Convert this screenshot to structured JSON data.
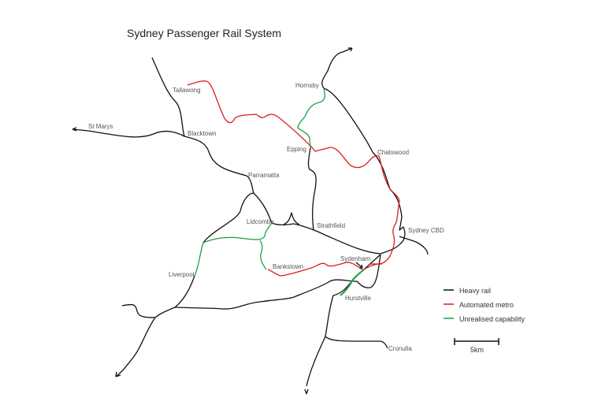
{
  "title": "Sydney Passenger Rail System",
  "stations": {
    "tallawong": "Tallawong",
    "hornsby": "Hornsby",
    "st_marys": "St Marys",
    "blacktown": "Blacktown",
    "epping": "Epping",
    "chatswood": "Chatswood",
    "parramatta": "Parramatta",
    "lidcombe": "Lidcombe",
    "strathfield": "Strathfield",
    "sydney_cbd": "Sydney CBD",
    "sydenham": "Sydenham",
    "bankstown": "Bankstown",
    "liverpool": "Liverpool",
    "hurstville": "Hurstville",
    "cronulla": "Cronulla"
  },
  "legend": [
    {
      "label": "Heavy rail",
      "color": "#111111"
    },
    {
      "label": "Automated metro",
      "color": "#e01b1b"
    },
    {
      "label": "Unrealised capability",
      "color": "#1f9e4a"
    }
  ],
  "scale": {
    "label": "5km"
  }
}
